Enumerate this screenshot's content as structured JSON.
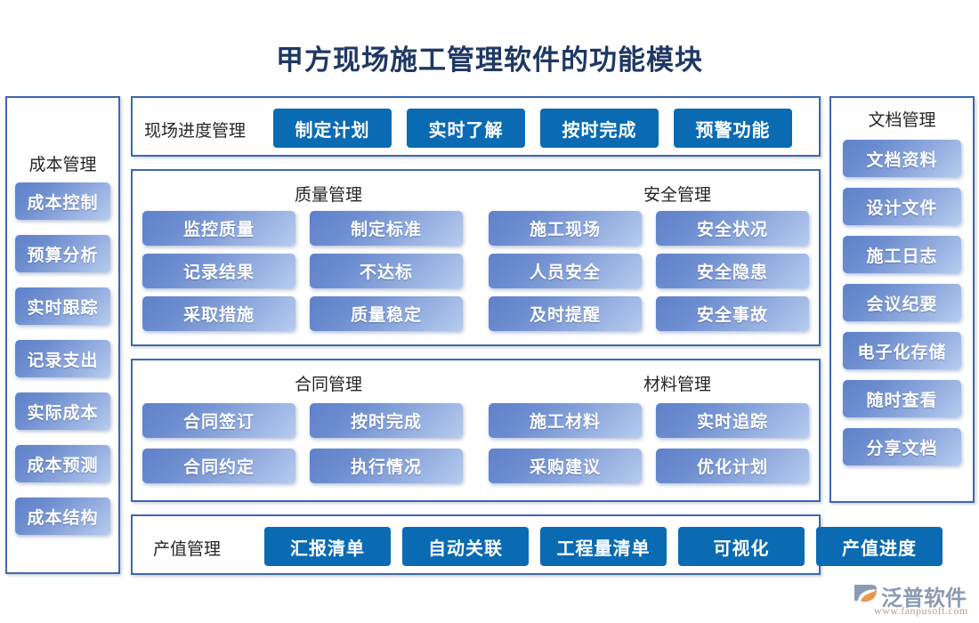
{
  "title": "甲方现场施工管理软件的功能模块",
  "colors": {
    "title_color": "#1f3864",
    "panel_border": "#3b68b0",
    "solid_button": "#0a6bb3",
    "gradient_start": "#5e81c9",
    "gradient_end": "#b6cbee"
  },
  "cost_panel": {
    "heading": "成本管理",
    "items": [
      {
        "label": "成本控制"
      },
      {
        "label": "预算分析"
      },
      {
        "label": "实时跟踪"
      },
      {
        "label": "记录支出"
      },
      {
        "label": "实际成本"
      },
      {
        "label": "成本预测"
      },
      {
        "label": "成本结构"
      }
    ]
  },
  "doc_panel": {
    "heading": "文档管理",
    "items": [
      {
        "label": "文档资料"
      },
      {
        "label": "设计文件"
      },
      {
        "label": "施工日志"
      },
      {
        "label": "会议纪要"
      },
      {
        "label": "电子化存储"
      },
      {
        "label": "随时查看"
      },
      {
        "label": "分享文档"
      }
    ]
  },
  "progress_panel": {
    "label": "现场进度管理",
    "items": [
      {
        "label": "制定计划"
      },
      {
        "label": "实时了解"
      },
      {
        "label": "按时完成"
      },
      {
        "label": "预警功能"
      }
    ]
  },
  "quality_panel": {
    "heading": "质量管理",
    "items": [
      {
        "label": "监控质量"
      },
      {
        "label": "制定标准"
      },
      {
        "label": "记录结果"
      },
      {
        "label": "不达标"
      },
      {
        "label": "采取措施"
      },
      {
        "label": "质量稳定"
      }
    ]
  },
  "safety_panel": {
    "heading": "安全管理",
    "items": [
      {
        "label": "施工现场"
      },
      {
        "label": "安全状况"
      },
      {
        "label": "人员安全"
      },
      {
        "label": "安全隐患"
      },
      {
        "label": "及时提醒"
      },
      {
        "label": "安全事故"
      }
    ]
  },
  "contract_panel": {
    "heading": "合同管理",
    "items": [
      {
        "label": "合同签订"
      },
      {
        "label": "按时完成"
      },
      {
        "label": "合同约定"
      },
      {
        "label": "执行情况"
      }
    ]
  },
  "material_panel": {
    "heading": "材料管理",
    "items": [
      {
        "label": "施工材料"
      },
      {
        "label": "实时追踪"
      },
      {
        "label": "采购建议"
      },
      {
        "label": "优化计划"
      }
    ]
  },
  "output_panel": {
    "label": "产值管理",
    "items": [
      {
        "label": "汇报清单"
      },
      {
        "label": "自动关联"
      },
      {
        "label": "工程量清单"
      },
      {
        "label": "可视化"
      },
      {
        "label": "产值进度"
      }
    ]
  },
  "footer": {
    "brand": "泛普软件",
    "url": "www.fanpusoft.com",
    "logo_icon": "fanpu-swoosh-logo-icon"
  }
}
